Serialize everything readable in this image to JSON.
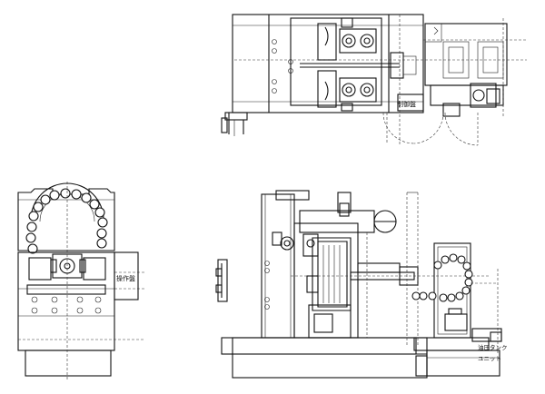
{
  "labels": {
    "control_panel": "制御盤",
    "operation_panel": "操作盤",
    "hydraulic_tank": "油圧タンク",
    "unit": "ユニット"
  }
}
